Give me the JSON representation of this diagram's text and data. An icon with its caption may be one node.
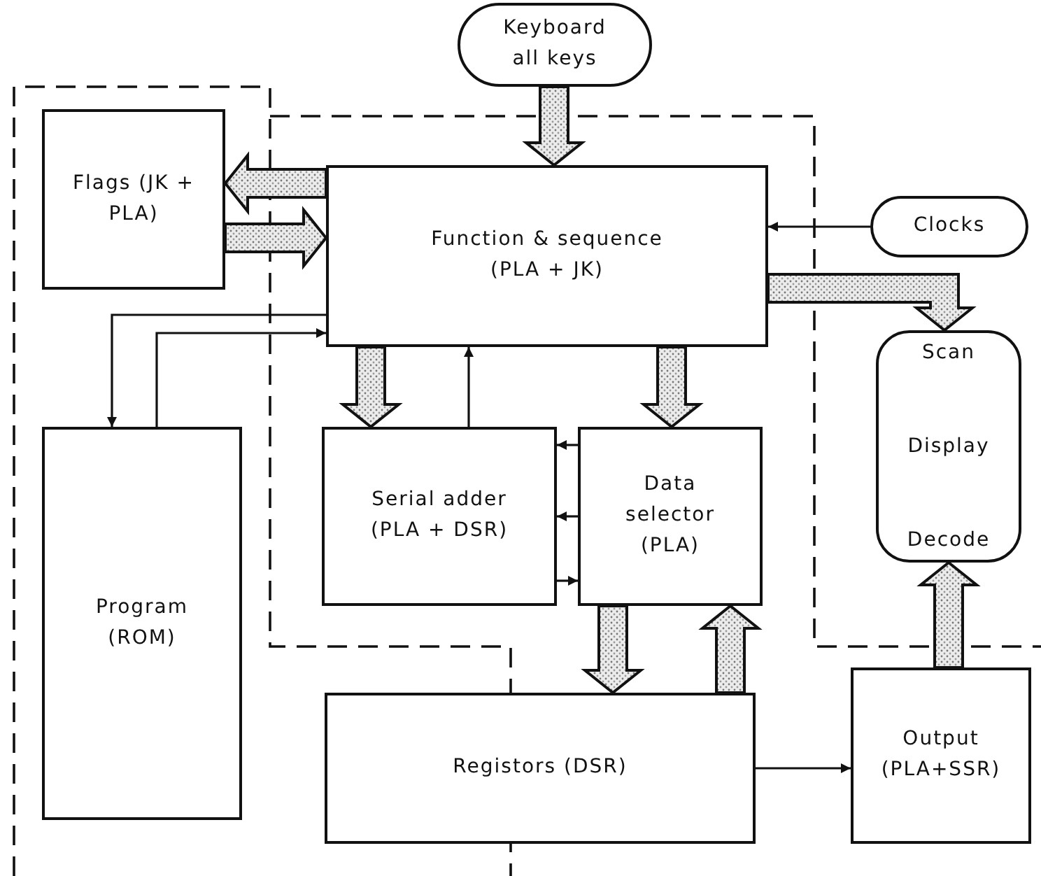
{
  "diagram": {
    "nodes": [
      {
        "text": [
          "Keyboard all keys"
        ]
      },
      {
        "text": [
          "Flags (JK + PLA)"
        ]
      },
      {
        "text": [
          "Function & sequence (PLA + JK)"
        ]
      },
      {
        "text": [
          "Clocks"
        ]
      },
      {
        "text": [
          "Scan",
          "Display",
          "Decode"
        ]
      },
      {
        "text": [
          "Program (ROM)"
        ]
      },
      {
        "text": [
          "Serial adder (PLA + DSR)"
        ]
      },
      {
        "text": [
          "Data selector (PLA)"
        ]
      },
      {
        "text": [
          "Registors (DSR)"
        ]
      },
      {
        "text": [
          "Output (PLA+SSR)"
        ]
      }
    ],
    "edges": [
      {
        "from": 0,
        "to": 2,
        "arrow": "to",
        "style": "thick"
      },
      {
        "from": 2,
        "to": 1,
        "arrow": "to",
        "style": "thick"
      },
      {
        "from": 1,
        "to": 2,
        "arrow": "to",
        "style": "thick"
      },
      {
        "from": 3,
        "to": 2,
        "arrow": "to"
      },
      {
        "from": 2,
        "to": 4,
        "arrow": "to",
        "style": "thick"
      },
      {
        "from": 2,
        "to": 5,
        "arrow": "to"
      },
      {
        "from": 5,
        "to": 2,
        "arrow": "to"
      },
      {
        "from": 2,
        "to": 6,
        "arrow": "to",
        "style": "thick"
      },
      {
        "from": 6,
        "to": 2,
        "arrow": "to"
      },
      {
        "from": 2,
        "to": 7,
        "arrow": "to",
        "style": "thick"
      },
      {
        "from": 7,
        "to": 6,
        "arrow": "to"
      },
      {
        "from": 7,
        "to": 6,
        "arrow": "to"
      },
      {
        "from": 6,
        "to": 7,
        "arrow": "to"
      },
      {
        "from": 7,
        "to": 8,
        "arrow": "to",
        "style": "thick"
      },
      {
        "from": 8,
        "to": 7,
        "arrow": "to",
        "style": "thick"
      },
      {
        "from": 8,
        "to": 9,
        "arrow": "to"
      },
      {
        "from": 9,
        "to": 4,
        "arrow": "to",
        "style": "thick"
      }
    ]
  }
}
